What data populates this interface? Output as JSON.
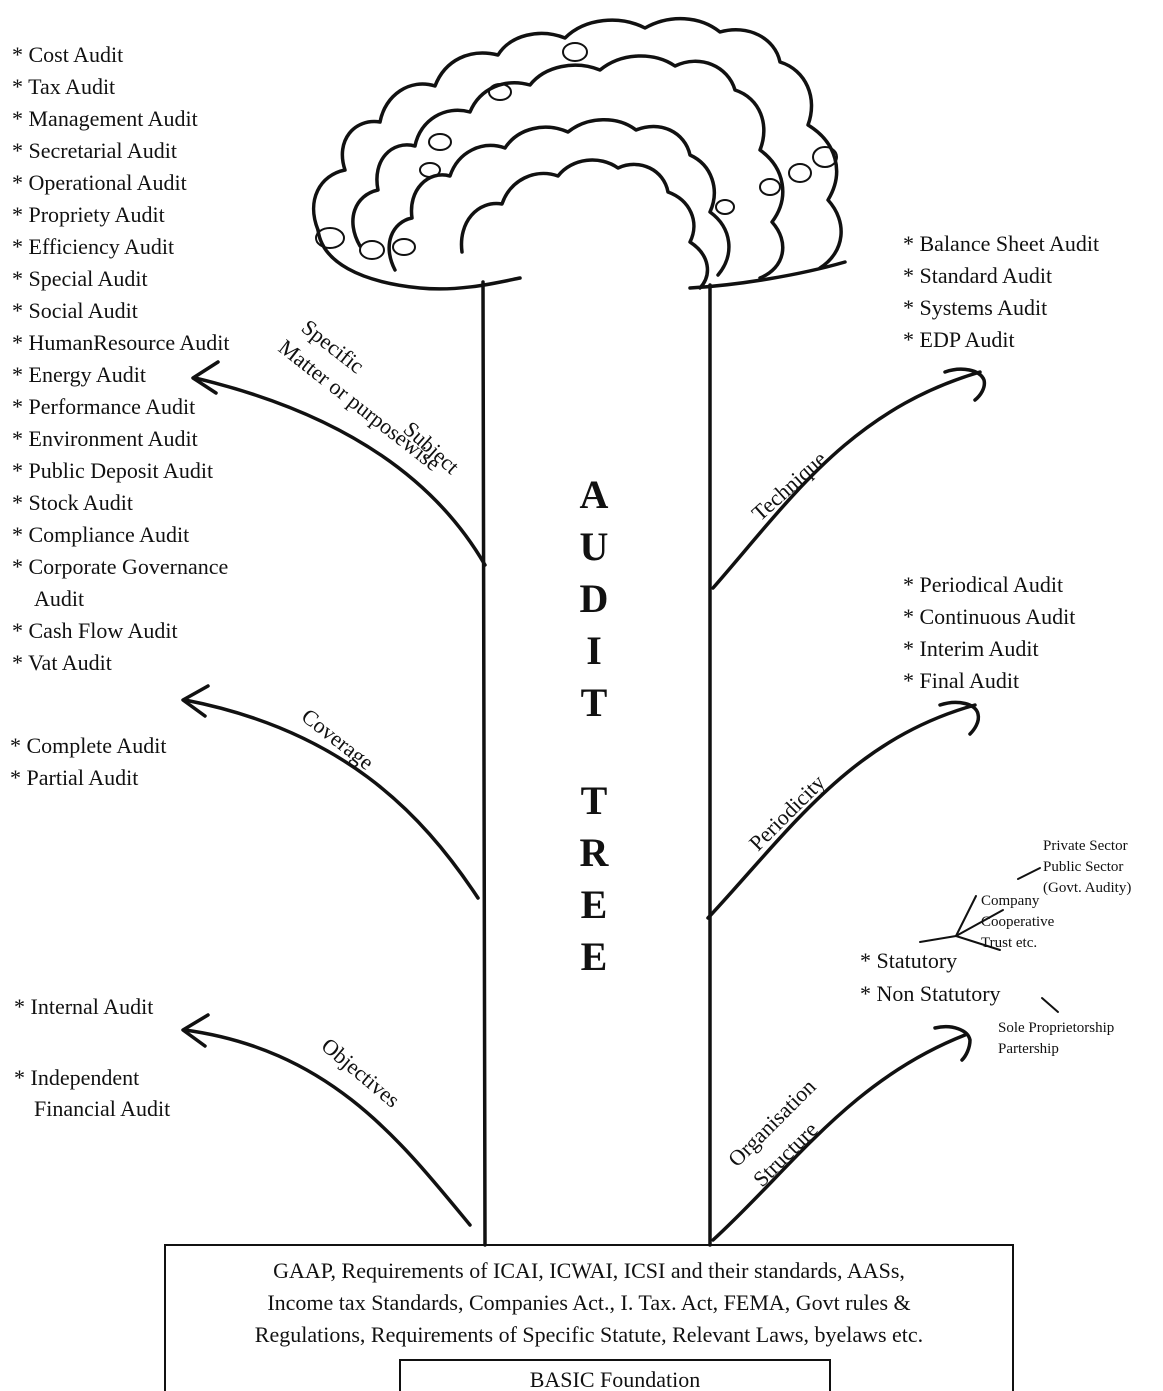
{
  "trunk_letters": [
    "A",
    "U",
    "D",
    "I",
    "T",
    "T",
    "R",
    "E",
    "E"
  ],
  "subject_list": [
    "* Cost Audit",
    "* Tax Audit",
    "* Management Audit",
    "* Secretarial Audit",
    "* Operational Audit",
    "* Propriety Audit",
    "* Efficiency Audit",
    "* Special Audit",
    "* Social Audit",
    "* HumanResource Audit",
    "* Energy Audit",
    "* Performance Audit",
    "* Environment Audit",
    "* Public Deposit Audit",
    "* Stock Audit",
    "* Compliance Audit",
    "* Corporate Governance",
    "Audit",
    "* Cash Flow Audit",
    "* Vat Audit"
  ],
  "coverage_list": [
    "* Complete Audit",
    "* Partial Audit"
  ],
  "objectives_list": [
    "* Internal Audit",
    "* Independent",
    "Financial Audit"
  ],
  "technique_list": [
    "* Balance Sheet Audit",
    "* Standard Audit",
    "* Systems Audit",
    "* EDP Audit"
  ],
  "periodicity_list": [
    "* Periodical Audit",
    "* Continuous Audit",
    "* Interim Audit",
    "* Final Audit"
  ],
  "organisation": {
    "statutory": "* Statutory",
    "non_statutory": "* Non Statutory",
    "entities": [
      "Company",
      "Cooperative",
      "Trust etc."
    ],
    "sectors": [
      "Private Sector",
      "Public  Sector",
      "(Govt. Audity)"
    ],
    "non_statutory_entities": [
      "Sole Proprietorship",
      "Partership"
    ]
  },
  "branch_labels": {
    "specific": "Specific",
    "matter": "Matter or purposewise",
    "subject": "Subject",
    "coverage": "Coverage",
    "objectives": "Objectives",
    "technique": "Technique",
    "periodicity": "Periodicity",
    "organisation": "Organisation",
    "structure": "Structure"
  },
  "foundation": {
    "lines": [
      "GAAP, Requirements of ICAI, ICWAI, ICSI and their standards, AASs,",
      "Income  tax Standards, Companies Act., I. Tax. Act, FEMA, Govt rules &",
      "Regulations, Requirements of Specific Statute, Relevant Laws, byelaws etc."
    ],
    "label": "BASIC Foundation"
  }
}
